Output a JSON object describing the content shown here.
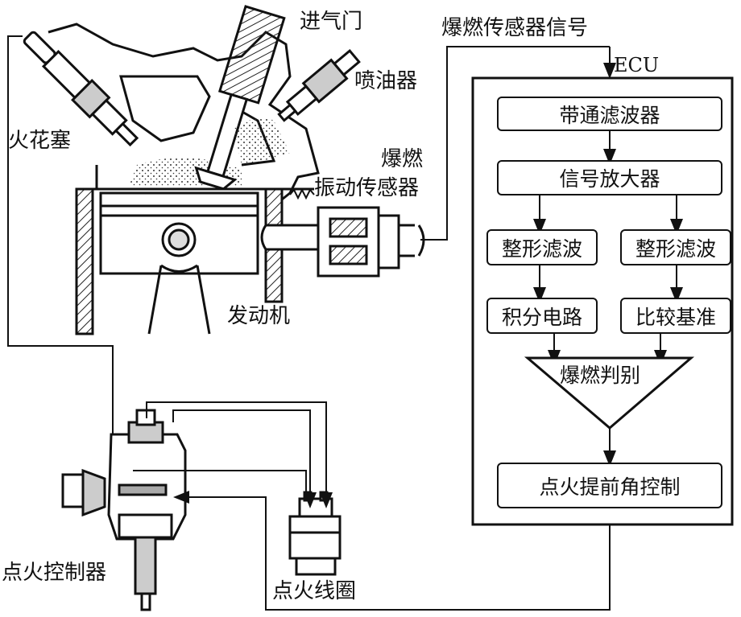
{
  "labels": {
    "intake_valve": "进气门",
    "knock_signal": "爆燃传感器信号",
    "ecu": "ECU",
    "injector": "喷油器",
    "spark_plug": "火花塞",
    "knock_word": "爆燃",
    "vibration_sensor": "振动传感器",
    "engine": "发动机",
    "ignition_controller": "点火控制器",
    "ignition_coil": "点火线圈"
  },
  "ecu_blocks": {
    "bandpass_filter": "带通滤波器",
    "signal_amplifier": "信号放大器",
    "shaping_filter_left": "整形滤波",
    "shaping_filter_right": "整形滤波",
    "integrator": "积分电路",
    "comparison_reference": "比较基准",
    "knock_judgment": "爆燃判别",
    "ignition_advance_control": "点火提前角控制"
  }
}
